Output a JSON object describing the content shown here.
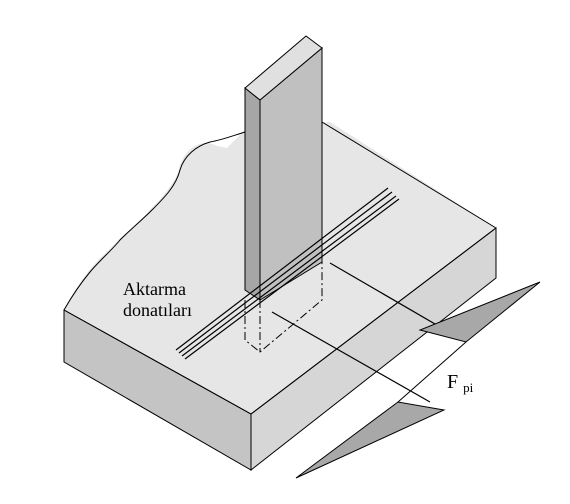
{
  "diagram": {
    "labels": {
      "rebar_label_line1": "Aktarma",
      "rebar_label_line2": "donatıları",
      "force_main": "F",
      "force_sub": "pi"
    },
    "colors": {
      "slab_top": "#e6e6e6",
      "slab_front": "#c4c4c4",
      "slab_right": "#d6d6d6",
      "wall_front": "#c0c0c0",
      "wall_side": "#a6a6a6",
      "wall_top": "#e0e0e0",
      "triangle": "#a8a8a8",
      "line": "#000000"
    }
  }
}
